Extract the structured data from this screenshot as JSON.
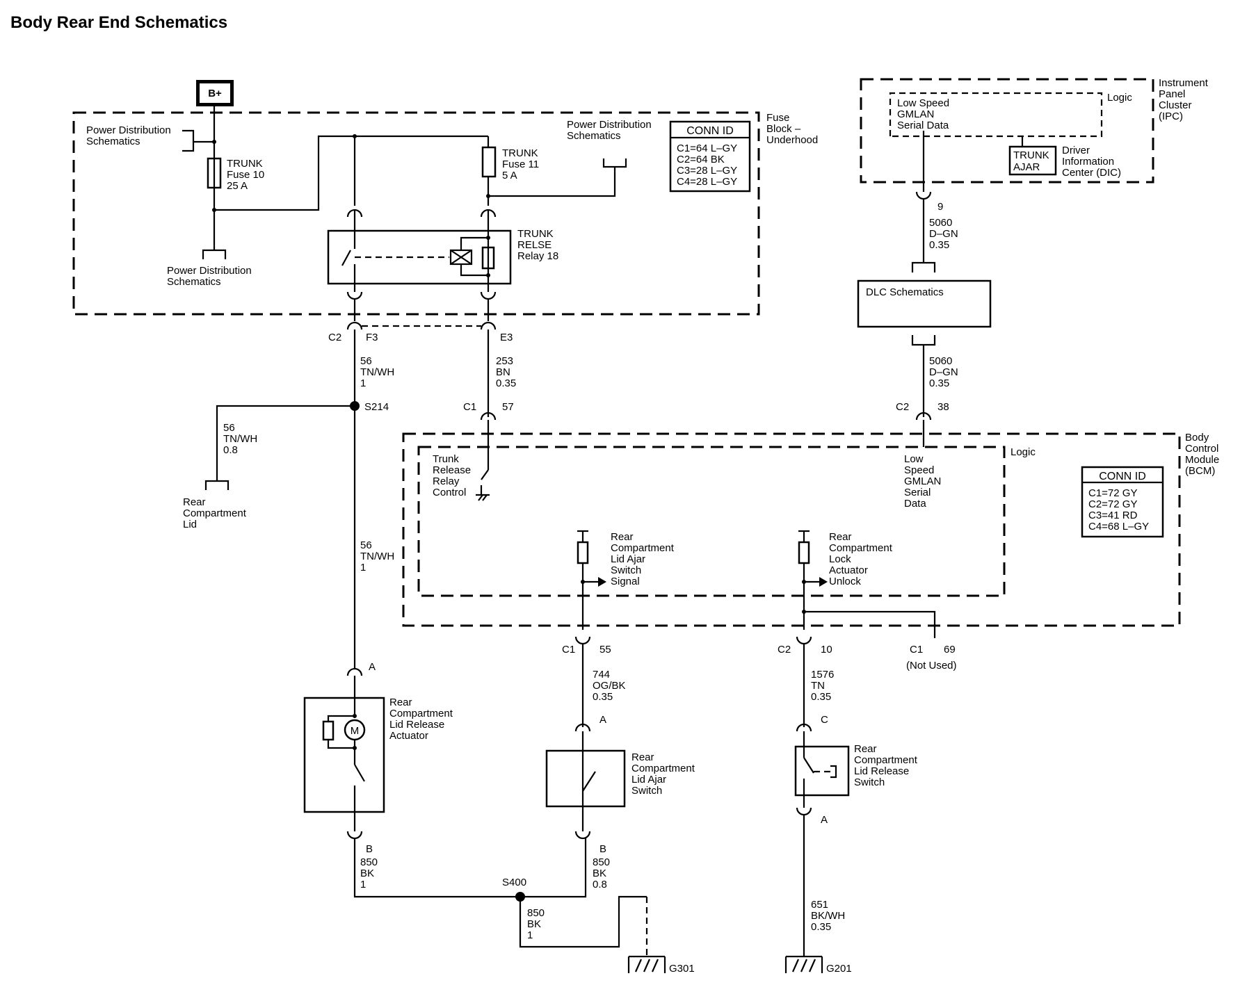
{
  "title": "Body Rear End Schematics",
  "bplus": "B+",
  "fuse_block": {
    "name": [
      "Fuse",
      "Block –",
      "Underhood"
    ],
    "pds_top": [
      "Power Distribution",
      "Schematics"
    ],
    "pds_bottom": [
      "Power Distribution",
      "Schematics"
    ],
    "pds_right": [
      "Power Distribution",
      "Schematics"
    ],
    "fuse10": [
      "TRUNK",
      "Fuse 10",
      "25 A"
    ],
    "fuse11": [
      "TRUNK",
      "Fuse 11",
      "5 A"
    ],
    "relay": [
      "TRUNK",
      "RELSE",
      "Relay 18"
    ],
    "conn_id": {
      "title": "CONN ID",
      "rows": [
        "C1=64 L–GY",
        "C2=64 BK",
        "C3=28 L–GY",
        "C4=28 L–GY"
      ]
    }
  },
  "ipc": {
    "name": [
      "Instrument",
      "Panel",
      "Cluster",
      "(IPC)"
    ],
    "logic": "Logic",
    "gmlan": [
      "Low Speed",
      "GMLAN",
      "Serial Data"
    ],
    "trunk_ajar": [
      "TRUNK",
      "AJAR"
    ],
    "dic": [
      "Driver",
      "Information",
      "Center (DIC)"
    ]
  },
  "dlc": "DLC Schematics",
  "bcm": {
    "name": [
      "Body",
      "Control",
      "Module",
      "(BCM)"
    ],
    "logic": "Logic",
    "relay_control": [
      "Trunk",
      "Release",
      "Relay",
      "Control"
    ],
    "gmlan": [
      "Low",
      "Speed",
      "GMLAN",
      "Serial",
      "Data"
    ],
    "lid_ajar_signal": [
      "Rear",
      "Compartment",
      "Lid Ajar",
      "Switch",
      "Signal"
    ],
    "lock_actuator": [
      "Rear",
      "Compartment",
      "Lock",
      "Actuator",
      "Unlock"
    ],
    "conn_id": {
      "title": "CONN ID",
      "rows": [
        "C1=72 GY",
        "C2=72 GY",
        "C3=41 RD",
        "C4=68 L–GY"
      ]
    }
  },
  "connectors": {
    "c2": "C2",
    "f3": "F3",
    "e3": "E3",
    "c1_57_a": "C1",
    "c1_57_b": "57",
    "c2_38_a": "C2",
    "c2_38_b": "38",
    "ipc_9": "9",
    "c1_55_a": "C1",
    "c1_55_b": "55",
    "c2_10_a": "C2",
    "c2_10_b": "10",
    "c1_69_a": "C1",
    "c1_69_b": "69",
    "not_used": "(Not Used)",
    "a_actuator": "A",
    "b_actuator": "B",
    "a_ajar": "A",
    "b_ajar": "B",
    "c_release": "C",
    "a_release": "A"
  },
  "wires": {
    "w56_top": [
      "56",
      "TN/WH",
      "1"
    ],
    "w253": [
      "253",
      "BN",
      "0.35"
    ],
    "w56_branch": [
      "56",
      "TN/WH",
      "0.8"
    ],
    "w56_mid": [
      "56",
      "TN/WH",
      "1"
    ],
    "w5060_top": [
      "5060",
      "D–GN",
      "0.35"
    ],
    "w5060_bottom": [
      "5060",
      "D–GN",
      "0.35"
    ],
    "w744": [
      "744",
      "OG/BK",
      "0.35"
    ],
    "w1576": [
      "1576",
      "TN",
      "0.35"
    ],
    "w850_left": [
      "850",
      "BK",
      "1"
    ],
    "w850_mid": [
      "850",
      "BK",
      "0.8"
    ],
    "w850_bottom": [
      "850",
      "BK",
      "1"
    ],
    "w651": [
      "651",
      "BK/WH",
      "0.35"
    ]
  },
  "splices": {
    "s214": "S214",
    "s400": "S400"
  },
  "grounds": {
    "g301": "G301",
    "g201": "G201"
  },
  "components": {
    "rear_lid": [
      "Rear",
      "Compartment",
      "Lid"
    ],
    "actuator": [
      "Rear",
      "Compartment",
      "Lid Release",
      "Actuator"
    ],
    "motor": "M",
    "ajar_switch": [
      "Rear",
      "Compartment",
      "Lid Ajar",
      "Switch"
    ],
    "release_switch": [
      "Rear",
      "Compartment",
      "Lid Release",
      "Switch"
    ]
  }
}
